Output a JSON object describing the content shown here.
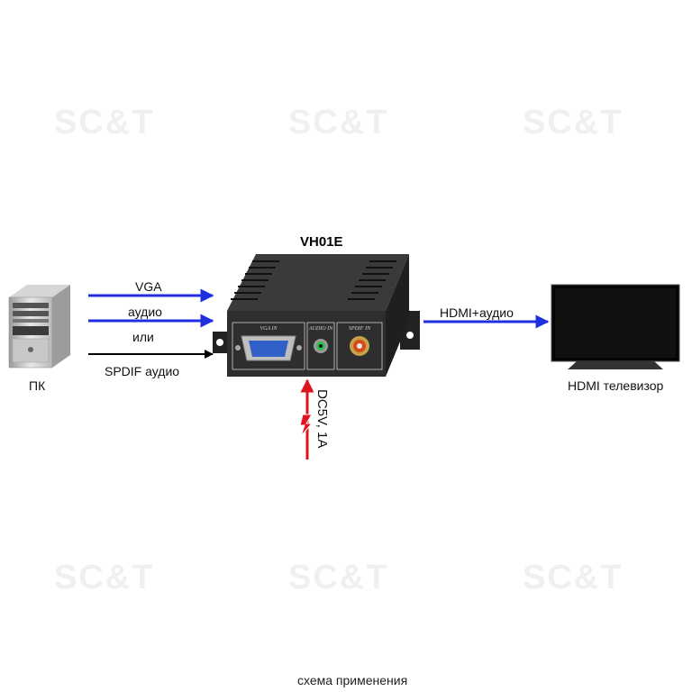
{
  "watermark": "SC&T",
  "device": {
    "name": "VH01E",
    "ports": [
      "VGA IN",
      "AUDIO IN",
      "SPDIF IN"
    ]
  },
  "inputs": {
    "vga": "VGA",
    "audio": "аудио",
    "or": "или",
    "spdif": "SPDIF аудио"
  },
  "pc": {
    "label": "ПК"
  },
  "output": {
    "label": "HDMI+аудио"
  },
  "tv": {
    "label": "HDMI телевизор"
  },
  "power": {
    "label": "DC5V, 1A"
  },
  "caption": "схема применения",
  "colors": {
    "input_arrow": "#1f2fe0",
    "spdif_arrow": "#000000",
    "power_arrow": "#e0141e",
    "device": "#2a2a2a"
  }
}
